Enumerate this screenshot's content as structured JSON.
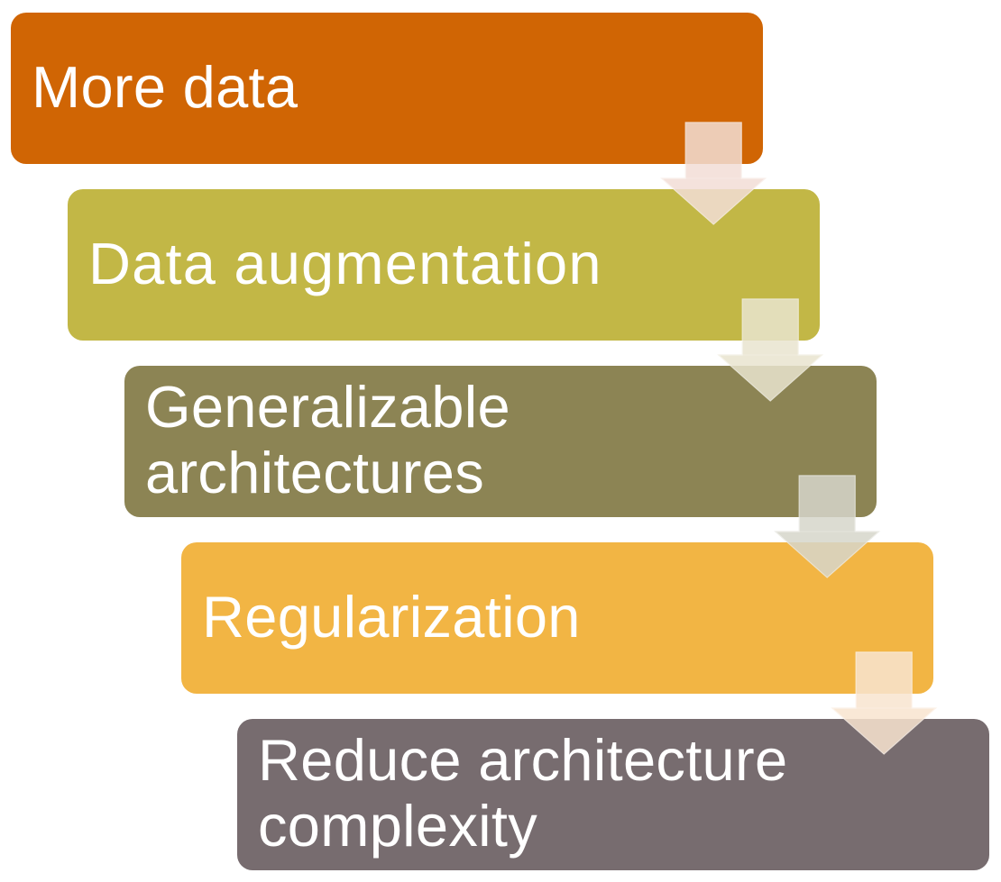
{
  "page": {
    "background_color": "#ffffff"
  },
  "diagram": {
    "type": "step-down-process",
    "text_color": "#ffffff",
    "steps": [
      {
        "label": "More data",
        "color": "#d06504",
        "arrow": {
          "fill": "#f3ded6",
          "stroke": "#f9efeb"
        }
      },
      {
        "label": "Data augmentation",
        "color": "#c2b746",
        "arrow": {
          "fill": "#e9e5cf",
          "stroke": "#f4f2e7"
        }
      },
      {
        "label": "Generalizable\narchitectures",
        "color": "#8c8454",
        "arrow": {
          "fill": "#d7d6cb",
          "stroke": "#ebebe5"
        }
      },
      {
        "label": "Regularization",
        "color": "#f2b544",
        "arrow": {
          "fill": "#f9e4d0",
          "stroke": "#fcf2e8"
        }
      },
      {
        "label": "Reduce architecture\ncomplexity",
        "color": "#776c6f",
        "arrow": null
      }
    ]
  }
}
